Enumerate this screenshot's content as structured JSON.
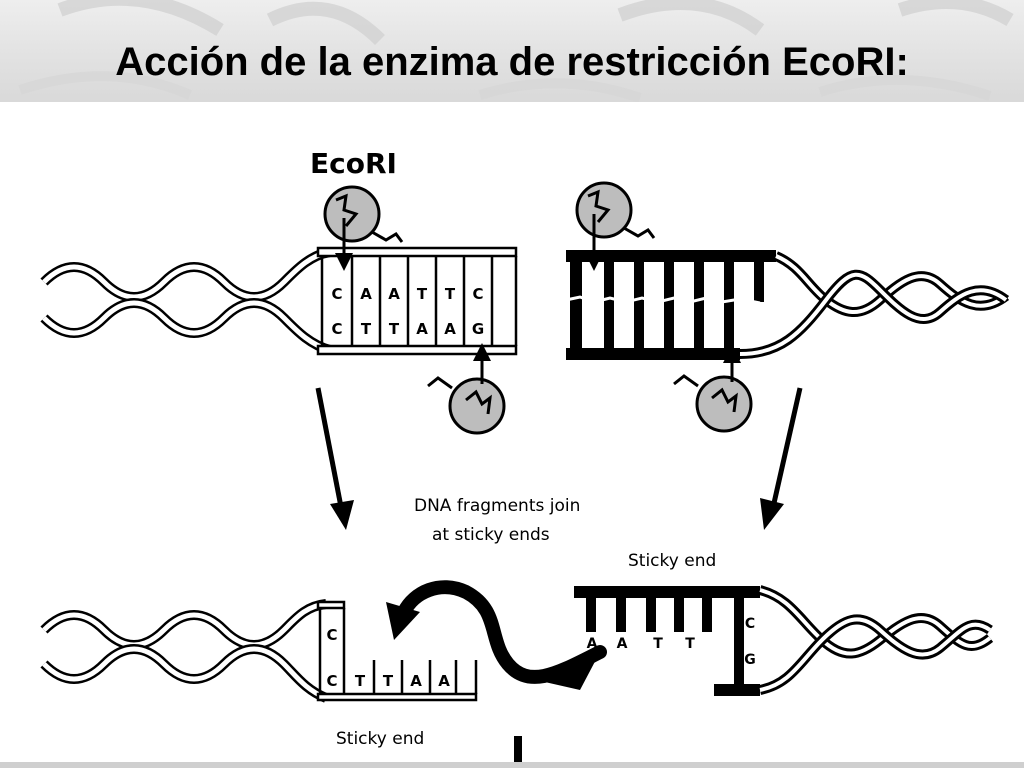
{
  "title": "Acción de la enzima de restricción EcoRI:",
  "labels": {
    "enzyme": "EcoRI",
    "join_line1": "DNA fragments join",
    "join_line2": "at sticky ends",
    "sticky_end_right": "Sticky end",
    "sticky_end_left": "Sticky end"
  },
  "sequence": {
    "top_strand": [
      "C",
      "A",
      "A",
      "T",
      "T",
      "C"
    ],
    "bottom_strand": [
      "C",
      "T",
      "T",
      "A",
      "A",
      "G"
    ]
  },
  "fragments": {
    "left_overhang": [
      "C",
      "T",
      "T",
      "A",
      "A"
    ],
    "left_top": [
      "C"
    ],
    "right_overhang": [
      "A",
      "A",
      "T",
      "T"
    ],
    "right_top": [
      "C"
    ],
    "right_bottom": [
      "G"
    ]
  },
  "colors": {
    "ink": "#000000",
    "enzyme_fill": "#bdbdbd",
    "background": "#ffffff"
  }
}
